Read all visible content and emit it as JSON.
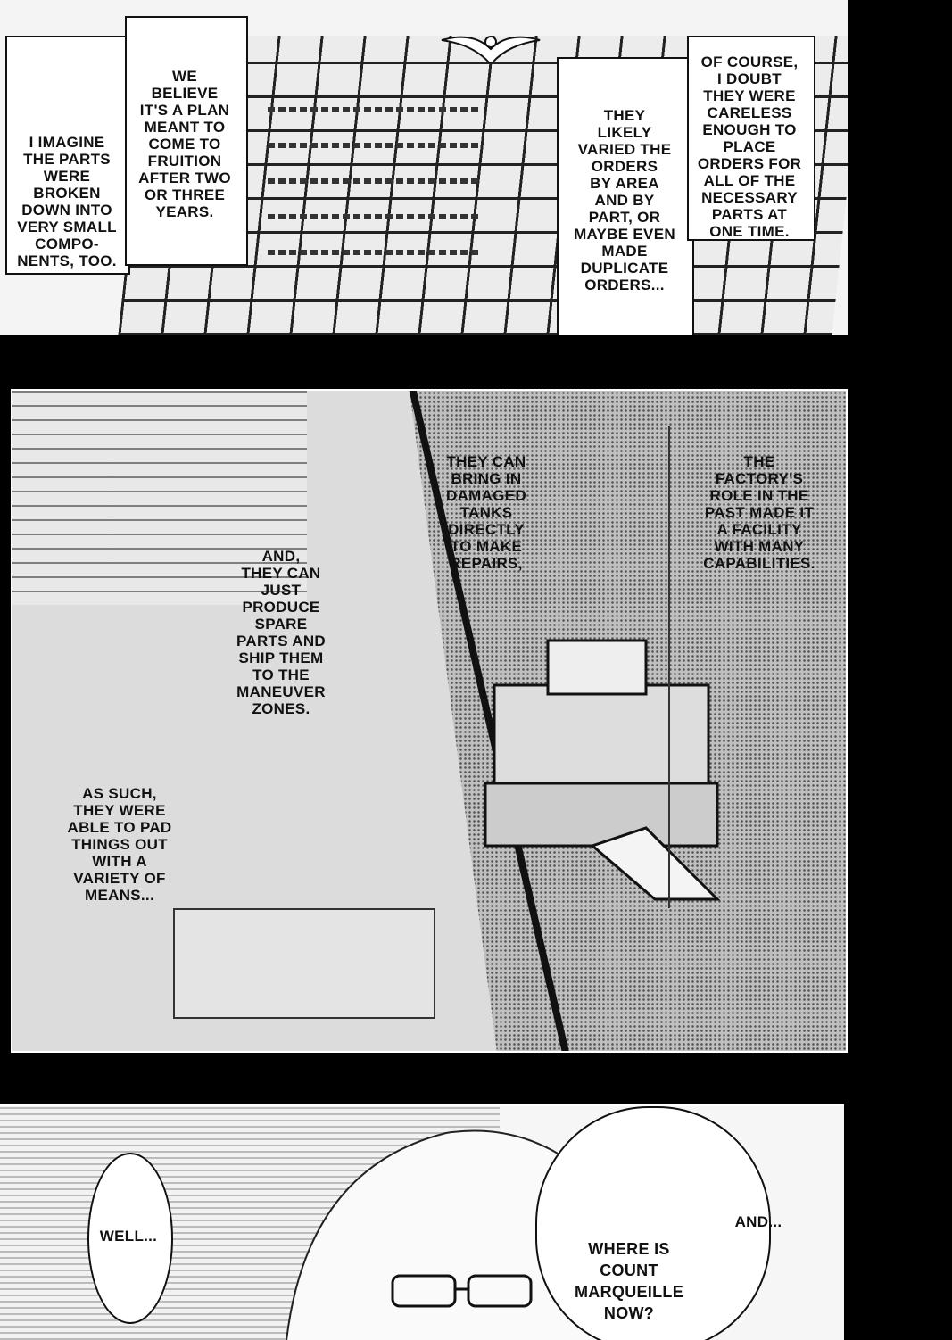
{
  "panel_top": {
    "caption_left": "I IMAGINE\nTHE PARTS\nWERE\nBROKEN\nDOWN INTO\nVERY SMALL\nCOMPO-\nNENTS, TOO.",
    "caption_mid": "WE\nBELIEVE\nIT'S A PLAN\nMEANT TO\nCOME TO\nFRUITION\nAFTER TWO\nOR THREE\nYEARS.",
    "caption_right_a": "THEY\nLIKELY\nVARIED THE\nORDERS\nBY AREA\nAND BY\nPART, OR\nMAYBE EVEN\nMADE\nDUPLICATE\nORDERS...",
    "caption_right_b": "OF COURSE,\nI DOUBT\nTHEY WERE\nCARELESS\nENOUGH TO\nPLACE\nORDERS FOR\nALL OF THE\nNECESSARY\nPARTS AT\nONE TIME."
  },
  "panel_middle": {
    "text_produce": "AND,\nTHEY CAN\nJUST\nPRODUCE\nSPARE\nPARTS AND\nSHIP THEM\nTO THE\nMANEUVER\nZONES.",
    "text_pad": "AS SUCH,\nTHEY WERE\nABLE TO PAD\nTHINGS OUT\nWITH A\nVARIETY OF\nMEANS...",
    "text_repairs": "THEY CAN\nBRING IN\nDAMAGED\nTANKS\nDIRECTLY\nTO MAKE\nREPAIRS,",
    "text_factory": "THE\nFACTORY'S\nROLE IN THE\nPAST MADE IT\nA FACILITY\nWITH MANY\nCAPABILITIES."
  },
  "panel_bottom": {
    "bubble_well": "WELL...",
    "bubble_and": "AND...",
    "bubble_where": "WHERE IS\nCOUNT\nMARQUEILLE\nNOW?"
  }
}
